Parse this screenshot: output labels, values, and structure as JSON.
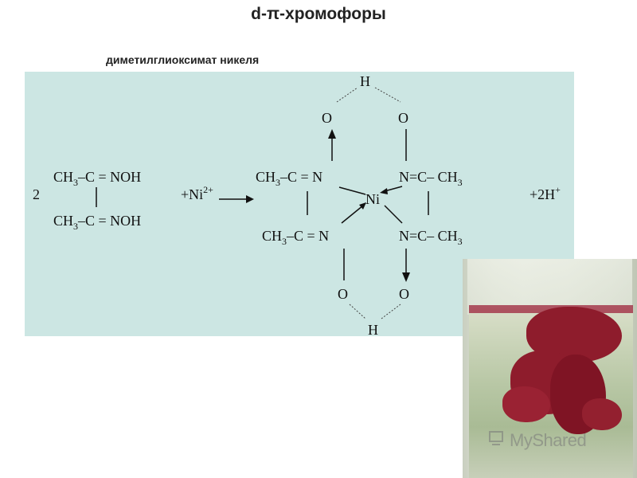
{
  "title": "d-π-хромофоры",
  "subtitle": "диметилглиоксимат никеля",
  "reaction": {
    "coeff": "2",
    "ligand_top": {
      "a": "CH",
      "sub": "3",
      "b": "–C = NOH"
    },
    "ligand_bottom": {
      "a": "CH",
      "sub": "3",
      "b": "–C = NOH"
    },
    "reagent": "+Ni",
    "reagent_charge": "2+",
    "product_byproduct": "+2H",
    "byproduct_charge": "+",
    "complex": {
      "h_top": "H",
      "h_bottom": "H",
      "o_top_left": "O",
      "o_top_right": "O",
      "o_bottom_left": "O",
      "o_bottom_right": "O",
      "left_top": {
        "a": "CH",
        "sub": "3",
        "b": "–C = N"
      },
      "left_bottom": {
        "a": "CH",
        "sub": "3",
        "b": "–C = N"
      },
      "right_top": {
        "a": "N=C– CH",
        "sub": "3"
      },
      "right_bottom": {
        "a": "N=C– CH",
        "sub": "3"
      },
      "metal": "Ni"
    }
  },
  "photo": {
    "watermark": "MyShared",
    "liquid_color": "#a9bb95",
    "precipitate_color": "#8e1c2c"
  }
}
